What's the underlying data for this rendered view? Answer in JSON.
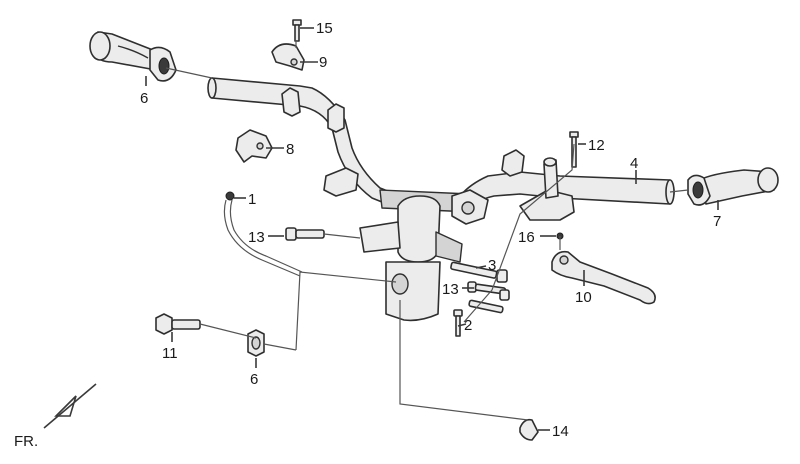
{
  "diagram": {
    "callouts": [
      {
        "id": "c1",
        "number": "1"
      },
      {
        "id": "c2",
        "number": "2"
      },
      {
        "id": "c3",
        "number": "3"
      },
      {
        "id": "c4",
        "number": "4"
      },
      {
        "id": "c6a",
        "number": "6"
      },
      {
        "id": "c6b",
        "number": "6"
      },
      {
        "id": "c7",
        "number": "7"
      },
      {
        "id": "c8",
        "number": "8"
      },
      {
        "id": "c9",
        "number": "9"
      },
      {
        "id": "c10",
        "number": "10"
      },
      {
        "id": "c11",
        "number": "11"
      },
      {
        "id": "c12",
        "number": "12"
      },
      {
        "id": "c13a",
        "number": "13"
      },
      {
        "id": "c13b",
        "number": "13"
      },
      {
        "id": "c14",
        "number": "14"
      },
      {
        "id": "c15",
        "number": "15"
      },
      {
        "id": "c16",
        "number": "16"
      }
    ],
    "direction_label": "FR."
  }
}
